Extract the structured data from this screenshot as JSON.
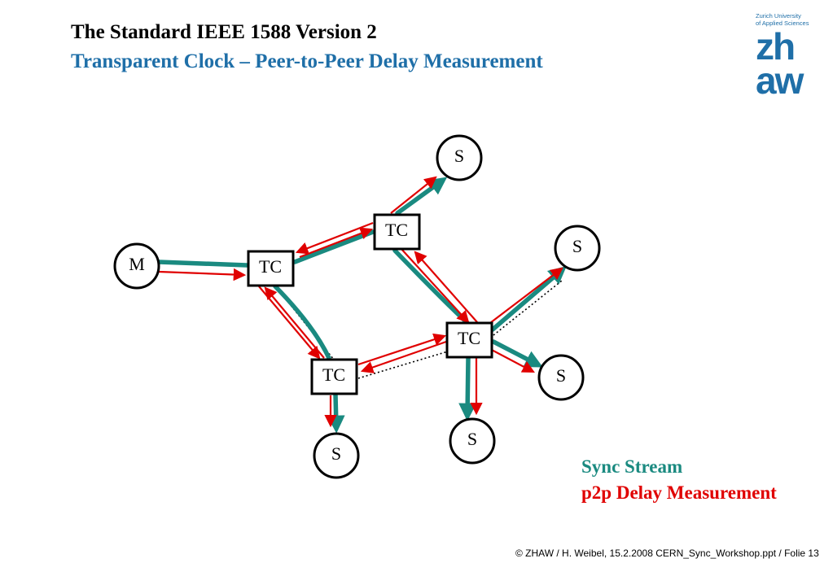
{
  "header": {
    "title": "The Standard IEEE 1588 Version 2",
    "subtitle": "Transparent Clock – Peer-to-Peer Delay Measurement"
  },
  "logo": {
    "line1": "Zurich University",
    "line2": "of Applied Sciences",
    "mark_top": "zh",
    "mark_bottom": "aw"
  },
  "diagram": {
    "nodes": {
      "m": "M",
      "tc_left": "TC",
      "tc_top": "TC",
      "tc_right": "TC",
      "tc_bottom": "TC",
      "s_top": "S",
      "s_right_upper": "S",
      "s_right_lower": "S",
      "s_bottom_center": "S",
      "s_bottom_left": "S"
    }
  },
  "legend": {
    "sync": "Sync Stream",
    "p2p": "p2p Delay Measurement"
  },
  "colors": {
    "sync": "#1a8a80",
    "p2p": "#e00000",
    "title_blue": "#1f6fa8"
  },
  "footer": "© ZHAW / H. Weibel, 15.2.2008 CERN_Sync_Workshop.ppt / Folie 13"
}
